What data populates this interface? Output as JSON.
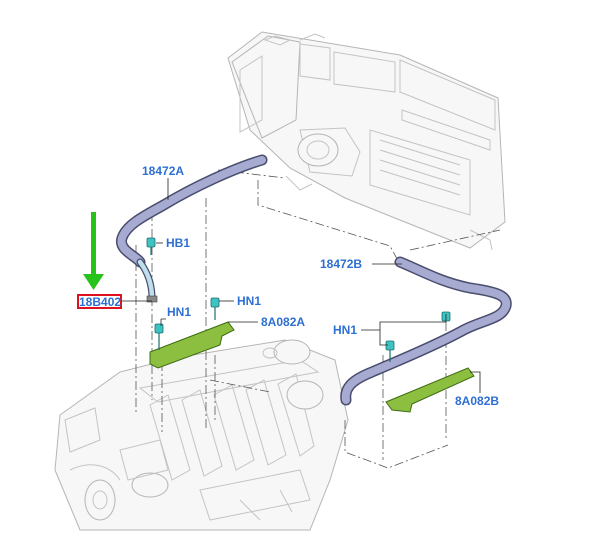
{
  "callouts": {
    "hose_a": "18472A",
    "hose_b": "18472B",
    "clip_hb1": "HB1",
    "clip_hn1_upper": "HN1",
    "clip_hn1_left": "HN1",
    "clip_hn1_right": "HN1",
    "bracket_a": "8A082A",
    "bracket_b": "8A082B",
    "highlighted_part": "18B402"
  },
  "colors": {
    "callout_text": "#2d6fd2",
    "hose": "#a7abd2",
    "bracket": "#8cbf3f",
    "clip": "#3fc2c2",
    "highlight": "#e0101e",
    "pointer_arrow": "#27c21a"
  }
}
